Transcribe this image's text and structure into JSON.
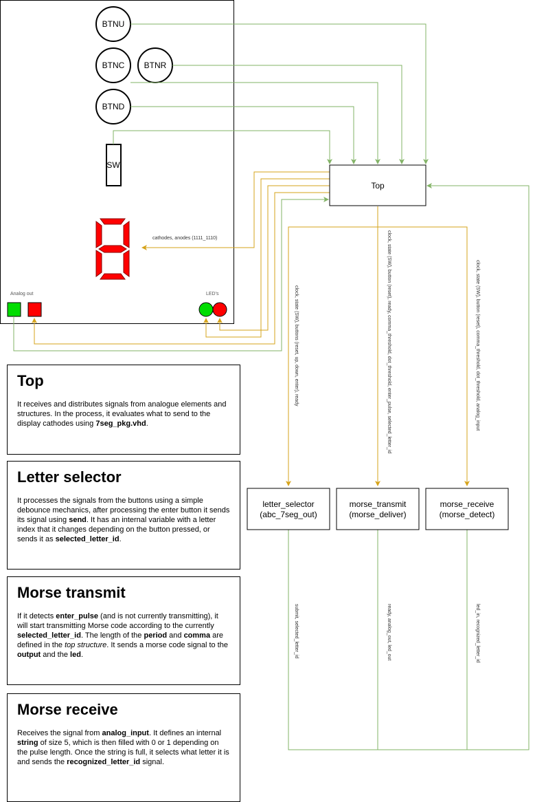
{
  "board": {
    "buttons": [
      "BTNU",
      "BTNC",
      "BTNR",
      "BTND"
    ],
    "switch_label": "SW",
    "cathodes_label": "cathodes, anodes (1111_1110)",
    "analog_out_label": "Analog out",
    "leds_label": "LED's"
  },
  "top_box": {
    "label": "Top"
  },
  "modules": [
    {
      "line1": "letter_selector",
      "line2": "(abc_7seg_out)"
    },
    {
      "line1": "morse_transmit",
      "line2": "(morse_deliver)"
    },
    {
      "line1": "morse_receive",
      "line2": "(morse_detect)"
    }
  ],
  "edge_labels": {
    "to_letter_selector": "clock, state (SW), buttons (reset, up, down, enter), ready",
    "to_morse_transmit": "clock, state (SW), button (reset), ready, comma_threshold, dot_threshold, enter_pulse, selected_letter_id",
    "to_morse_receive": "clock, state (SW), button (reset), comma_threshold, dot_threshold, analog_input",
    "from_letter_selector": "submit, selected_letter_id",
    "from_morse_transmit": "ready, analog_out, led_out",
    "from_morse_receive": "led_in, recognized_letter_id"
  },
  "colors": {
    "green_line": "#82b366",
    "orange_line": "#d6a31a",
    "seg_red": "#ff0000",
    "led_green": "#00dd00",
    "led_red": "#ff0000"
  },
  "cards": [
    {
      "title": "Top",
      "parts": [
        {
          "t": "It receives and distributes signals from analogue elements and structures. In the process, it evaluates what to send to the display cathodes using "
        },
        {
          "t": "7seg_pkg.vhd",
          "b": true
        },
        {
          "t": "."
        }
      ]
    },
    {
      "title": "Letter selector",
      "parts": [
        {
          "t": "It processes the signals from the buttons using a simple debounce mechanics, after processing the enter button it sends its signal using "
        },
        {
          "t": "send",
          "b": true
        },
        {
          "t": ". It has an internal variable with a letter index that it changes depending on the button pressed, or sends it as "
        },
        {
          "t": "selected_letter_id",
          "b": true
        },
        {
          "t": "."
        }
      ]
    },
    {
      "title": "Morse transmit",
      "parts": [
        {
          "t": " If it detects "
        },
        {
          "t": "enter_pulse",
          "b": true
        },
        {
          "t": " (and is not currently transmitting), it will start transmitting Morse code according to the currently "
        },
        {
          "t": "selected_letter_id",
          "b": true
        },
        {
          "t": ". The length of the "
        },
        {
          "t": "period",
          "b": true
        },
        {
          "t": " and "
        },
        {
          "t": "comma",
          "b": true
        },
        {
          "t": " are defined in the "
        },
        {
          "t": "top structure",
          "i": true
        },
        {
          "t": ". It sends a morse code signal to the "
        },
        {
          "t": "output",
          "b": true
        },
        {
          "t": " and the "
        },
        {
          "t": "led",
          "b": true
        },
        {
          "t": "."
        }
      ]
    },
    {
      "title": "Morse receive",
      "parts": [
        {
          "t": "Receives the signal from "
        },
        {
          "t": "analog_input",
          "b": true
        },
        {
          "t": ". It defines an internal "
        },
        {
          "t": "string",
          "b": true
        },
        {
          "t": " of size 5, which is then filled with 0 or 1 depending on the pulse length. Once the string is full, it selects what letter it is and sends the "
        },
        {
          "t": "recognized_letter_id",
          "b": true
        },
        {
          "t": " signal."
        }
      ]
    }
  ]
}
